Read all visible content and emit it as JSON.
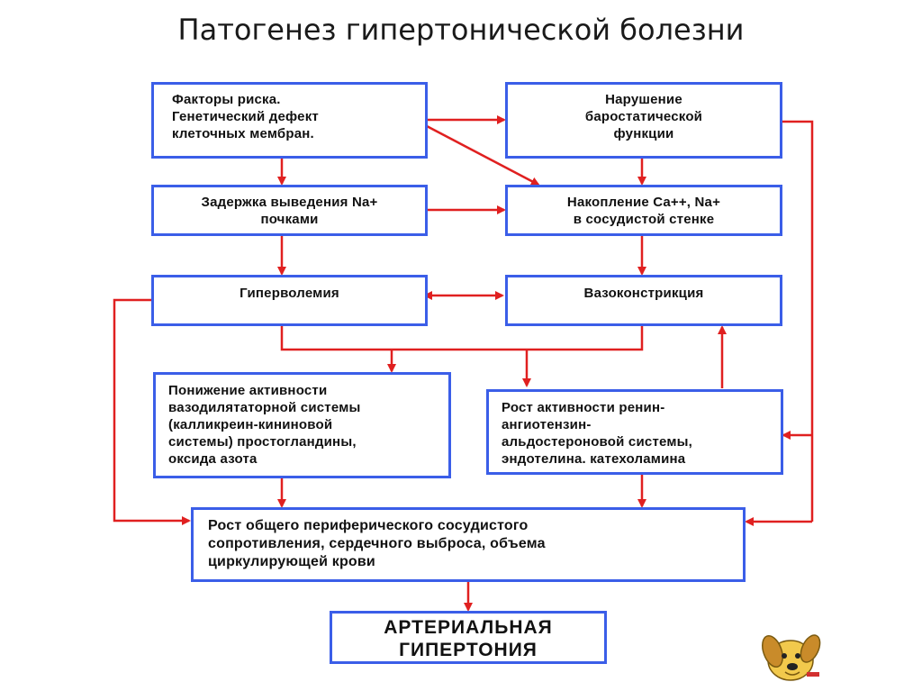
{
  "slide": {
    "title": "Патогенез гипертонической болезни"
  },
  "boxes": {
    "risk_factors": "Факторы риска.\nГенетический дефект\nклеточных мембран.",
    "baroreceptor": "Нарушение\nбаростатической\nфункции",
    "sodium_retention": "Задержка выведения Na+\nпочками",
    "ion_accumulation": "Накопление Ca++, Na+\nв сосудистой стенке",
    "hypervolemia": "Гиперволемия",
    "vasoconstriction": "Вазоконстрикция",
    "vasodilator_decrease": "Понижение активности\nвазодилятаторной системы\n(калликреин-кининовой\nсистемы) простогландины,\nоксида азота",
    "raas_growth": "Рост активности ренин-\nангиотензин-\nальдостероновой системы,\nэндотелина. катехоламина",
    "resistance_growth": "Рост общего периферического сосудистого\nсопротивления, сердечного выброса, объема\nциркулирующей крови",
    "hypertension": "АРТЕРИАЛЬНАЯ\nГИПЕРТОНИЯ"
  },
  "colors": {
    "box_border": "#3b5ee8",
    "arrow": "#e02020"
  },
  "icons": {
    "mascot": "dog-mascot-icon"
  }
}
